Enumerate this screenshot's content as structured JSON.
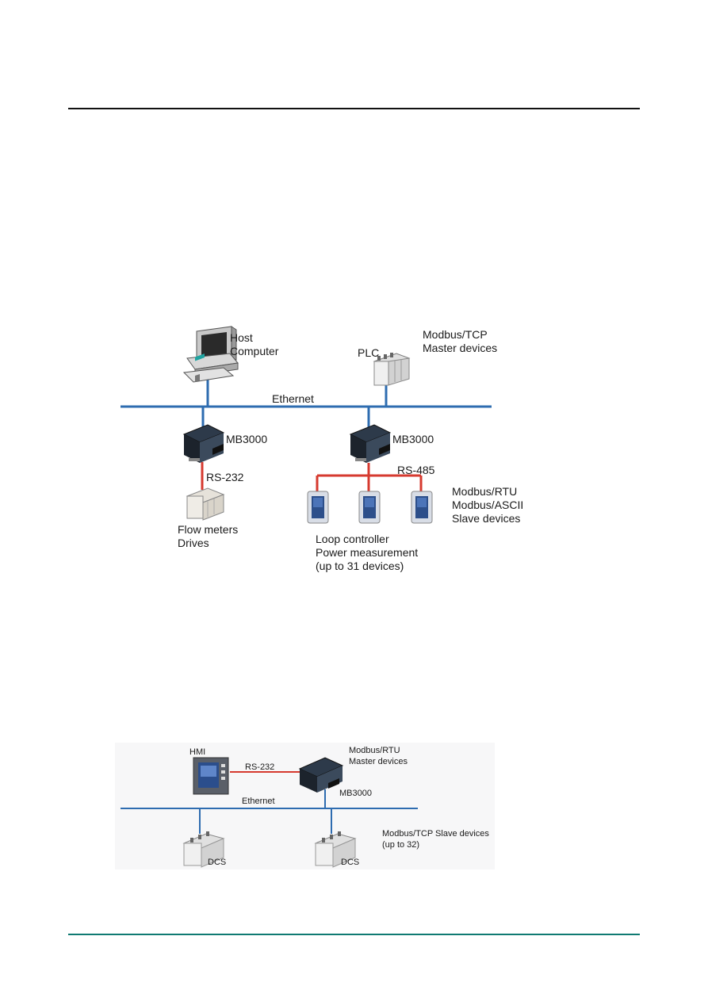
{
  "diagram1": {
    "host_computer_line1": "Host",
    "host_computer_line2": "Computer",
    "plc_label": "PLC",
    "tcp_master_line1": "Modbus/TCP",
    "tcp_master_line2": "Master devices",
    "ethernet_label": "Ethernet",
    "gateway_left_label": "MB3000",
    "gateway_right_label": "MB3000",
    "rs232_label": "RS-232",
    "rs485_label": "RS-485",
    "flow_line1": "Flow meters",
    "flow_line2": "Drives",
    "slave_line1": "Modbus/RTU",
    "slave_line2": "Modbus/ASCII",
    "slave_line3": "Slave devices",
    "loop_line1": "Loop controller",
    "loop_line2": "Power measurement",
    "loop_line3": "(up to 31 devices)"
  },
  "diagram2": {
    "hmi_label": "HMI",
    "rs232_label": "RS-232",
    "rtu_master_line1": "Modbus/RTU",
    "rtu_master_line2": "Master devices",
    "gateway_label": "MB3000",
    "ethernet_label": "Ethernet",
    "dcs_left_label": "DCS",
    "dcs_right_label": "DCS",
    "tcp_slave_line1": "Modbus/TCP Slave devices",
    "tcp_slave_line2": "(up to 32)"
  },
  "colors": {
    "ethernet_line": "#2e6cb0",
    "serial_line": "#d63a2f",
    "footer_rule": "#0f7a72"
  }
}
